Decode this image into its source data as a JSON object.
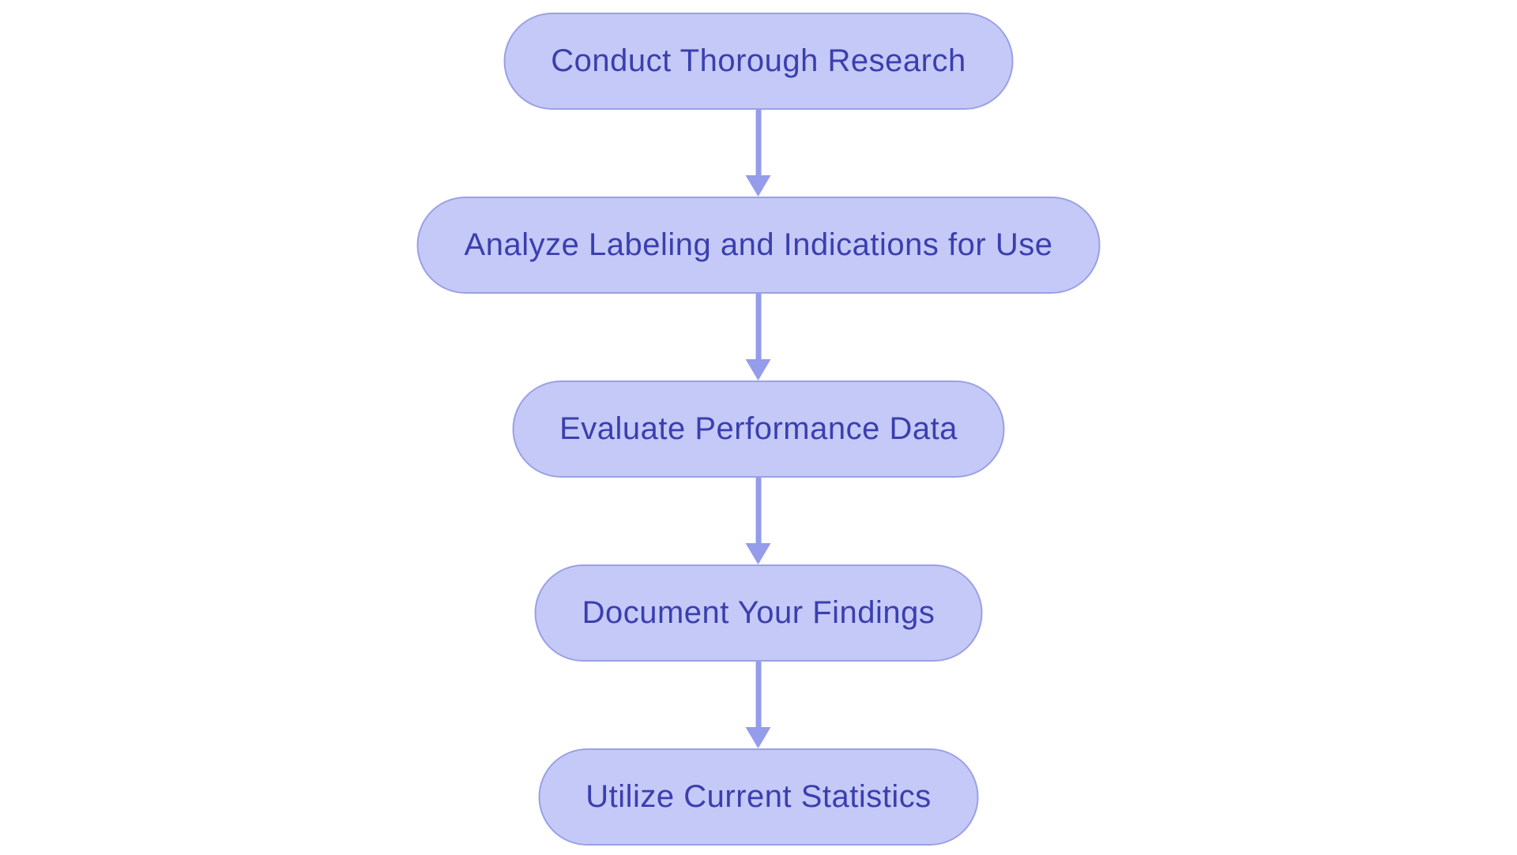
{
  "diagram": {
    "type": "flowchart",
    "direction": "top-down",
    "steps": [
      {
        "label": "Conduct Thorough Research"
      },
      {
        "label": "Analyze Labeling and Indications for Use"
      },
      {
        "label": "Evaluate Performance Data"
      },
      {
        "label": "Document Your Findings"
      },
      {
        "label": "Utilize Current Statistics"
      }
    ],
    "connector": "arrow-down"
  },
  "theme": {
    "background": "#ffffff",
    "node_fill": "#c5c9f7",
    "node_border": "#9aa0e5",
    "node_text": "#3a3fae",
    "arrow": "#959ce9"
  }
}
